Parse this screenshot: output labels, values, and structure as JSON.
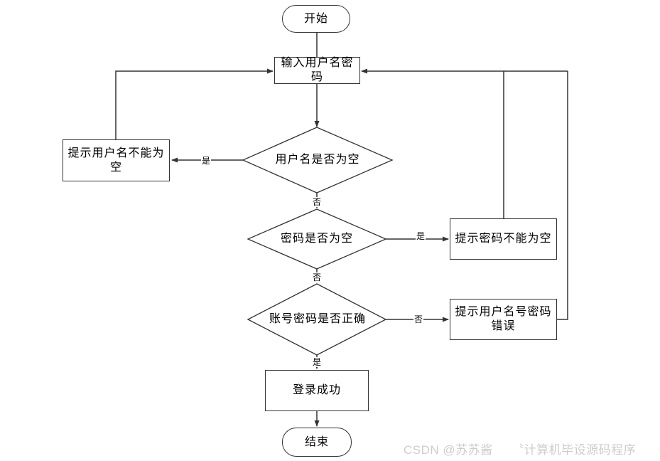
{
  "nodes": {
    "start": {
      "label": "开始"
    },
    "input": {
      "label": "输入用户名密\n码"
    },
    "check_username": {
      "label": "用户名是否为空"
    },
    "prompt_username_empty": {
      "label": "提示用户名不能为\n空"
    },
    "check_password": {
      "label": "密码是否为空"
    },
    "prompt_password_empty": {
      "label": "提示密码不能为空"
    },
    "check_credentials": {
      "label": "账号密码是否正确"
    },
    "prompt_credentials_wrong": {
      "label": "提示用户名号密码\n错误"
    },
    "login_success": {
      "label": "登录成功"
    },
    "end": {
      "label": "结束"
    }
  },
  "edge_labels": {
    "username_empty_yes": "是",
    "username_empty_no": "否",
    "password_empty_yes": "是",
    "password_empty_no": "否",
    "credentials_wrong_no": "否",
    "credentials_correct_yes": "是"
  },
  "watermark": {
    "text": "CSDN @苏苏酱　　〝计算机毕设源码程序"
  },
  "colors": {
    "line": "#333333",
    "node-border": "#333333",
    "node-fill": "#ffffff",
    "text": "#000000",
    "watermark": "#cdcdcd"
  }
}
